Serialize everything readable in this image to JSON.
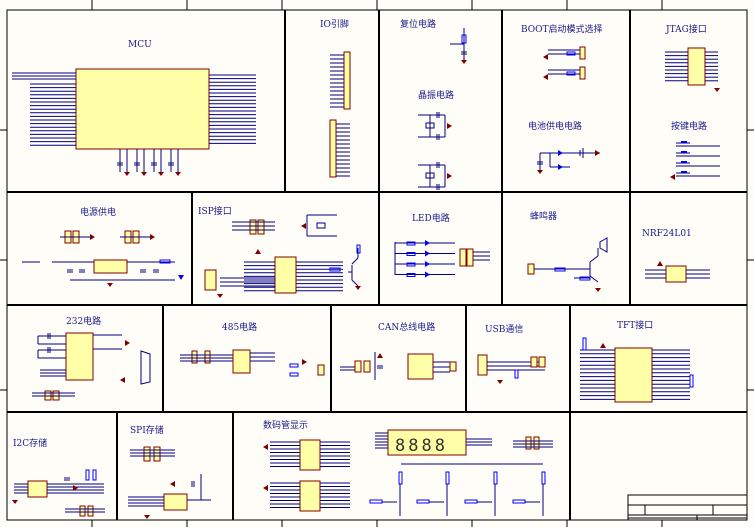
{
  "colors": {
    "wire": "#000080",
    "component_outline": "#800000",
    "component_fill": "#ffffa8",
    "border": "#000000",
    "background": "#fffdf8",
    "led": "#0000ff"
  },
  "sheet": {
    "sections": [
      {
        "id": "mcu",
        "title": "MCU"
      },
      {
        "id": "io",
        "title": "IO引脚"
      },
      {
        "id": "reset",
        "title": "复位电路"
      },
      {
        "id": "crystal",
        "title": "晶振电路"
      },
      {
        "id": "boot",
        "title": "BOOT启动模式选择"
      },
      {
        "id": "battery",
        "title": "电池供电电路"
      },
      {
        "id": "jtag",
        "title": "JTAG接口"
      },
      {
        "id": "keys",
        "title": "按键电路"
      },
      {
        "id": "power",
        "title": "电源供电"
      },
      {
        "id": "isp",
        "title": "ISP接口"
      },
      {
        "id": "led",
        "title": "LED电路"
      },
      {
        "id": "buzzer",
        "title": "蜂鸣器"
      },
      {
        "id": "nrf",
        "title": "NRF24L01"
      },
      {
        "id": "rs232",
        "title": "232电路"
      },
      {
        "id": "rs485",
        "title": "485电路"
      },
      {
        "id": "can",
        "title": "CAN总线电路"
      },
      {
        "id": "usb",
        "title": "USB通信"
      },
      {
        "id": "tft",
        "title": "TFT接口"
      },
      {
        "id": "i2c",
        "title": "I2C存储"
      },
      {
        "id": "spi",
        "title": "SPI存储"
      },
      {
        "id": "seg",
        "title": "数码管显示"
      }
    ],
    "seven_segment_digits": "8888"
  }
}
